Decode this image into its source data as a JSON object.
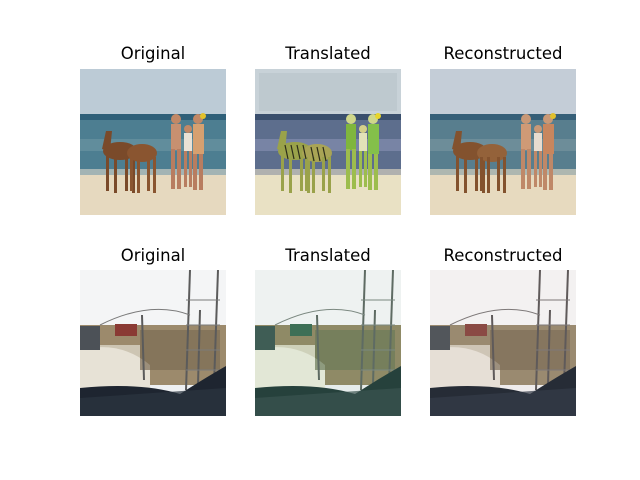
{
  "figure": {
    "rows": [
      {
        "panels": [
          {
            "title": "Original",
            "scene": "beach-horses-people"
          },
          {
            "title": "Translated",
            "scene": "beach-horses-people-zebra-style"
          },
          {
            "title": "Reconstructed",
            "scene": "beach-horses-people-reconstructed"
          }
        ]
      },
      {
        "panels": [
          {
            "title": "Original",
            "scene": "car-windshield-fence-view"
          },
          {
            "title": "Translated",
            "scene": "car-windshield-fence-view-translated"
          },
          {
            "title": "Reconstructed",
            "scene": "car-windshield-fence-view-reconstructed"
          }
        ]
      }
    ]
  },
  "colors": {
    "sky": "#b9cad6",
    "sea": "#3f6f85",
    "sand": "#e4d7bd",
    "horse": "#7a4a2a",
    "zebra_tint": "#9aa24a",
    "windshield_sky": "#eef0f2",
    "dash": "#1e2530",
    "ground": "#9c8a6c"
  }
}
